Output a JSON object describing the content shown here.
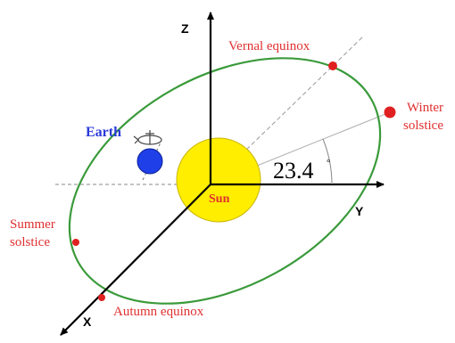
{
  "axes": {
    "z": "Z",
    "y": "Y",
    "x": "X"
  },
  "bodies": {
    "earth": "Earth",
    "sun": "Sun"
  },
  "points": {
    "vernal": "Vernal equinox",
    "winter_line1": "Winter",
    "winter_line2": "solstice",
    "summer_line1": "Summer",
    "summer_line2": "solstice",
    "autumn": "Autumn equinox"
  },
  "tilt": {
    "value": "23.4",
    "unit": "°"
  },
  "colors": {
    "orbit": "#3a9a3a",
    "sun": "#ffee00",
    "earth": "#1f3fe8",
    "label_red": "#e03030",
    "earth_label": "#2a3ad8",
    "axis": "#000000",
    "guide": "#b0b0b0"
  },
  "icons": {
    "earth_rotation": "rotation-arrow-icon"
  }
}
